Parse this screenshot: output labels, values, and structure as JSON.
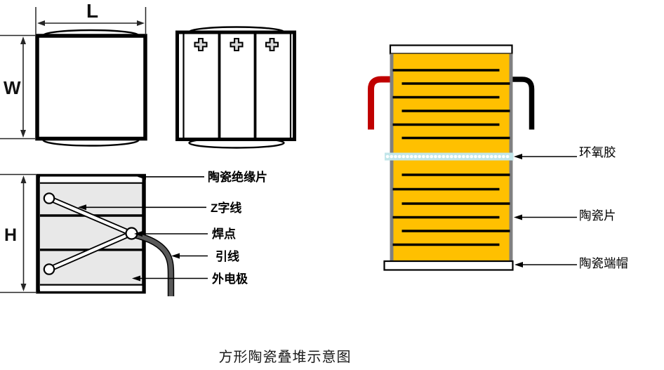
{
  "figure": {
    "caption": "方形陶瓷叠堆示意图",
    "dimensions": {
      "length": "L",
      "width": "W",
      "height": "H"
    },
    "section_labels": {
      "insulator": "陶瓷绝缘片",
      "z_wire": "Z字线",
      "solder_joint": "焊点",
      "lead_wire": "引线",
      "outer_electrode": "外电极"
    },
    "stack_labels": {
      "epoxy": "环氧胶",
      "ceramic_sheet": "陶瓷片",
      "ceramic_end_cap": "陶瓷端帽"
    },
    "colors": {
      "ceramic_yellow": "#FFC000",
      "edge_gray": "#808080",
      "section_body_gray": "#E8E8E8",
      "red_lead": "#C00000",
      "black_lead": "#000000",
      "epoxy_blue": "#C2E6EA",
      "lead_wire_gray": "#595959",
      "cross_fill": "#D9D9D9"
    }
  }
}
